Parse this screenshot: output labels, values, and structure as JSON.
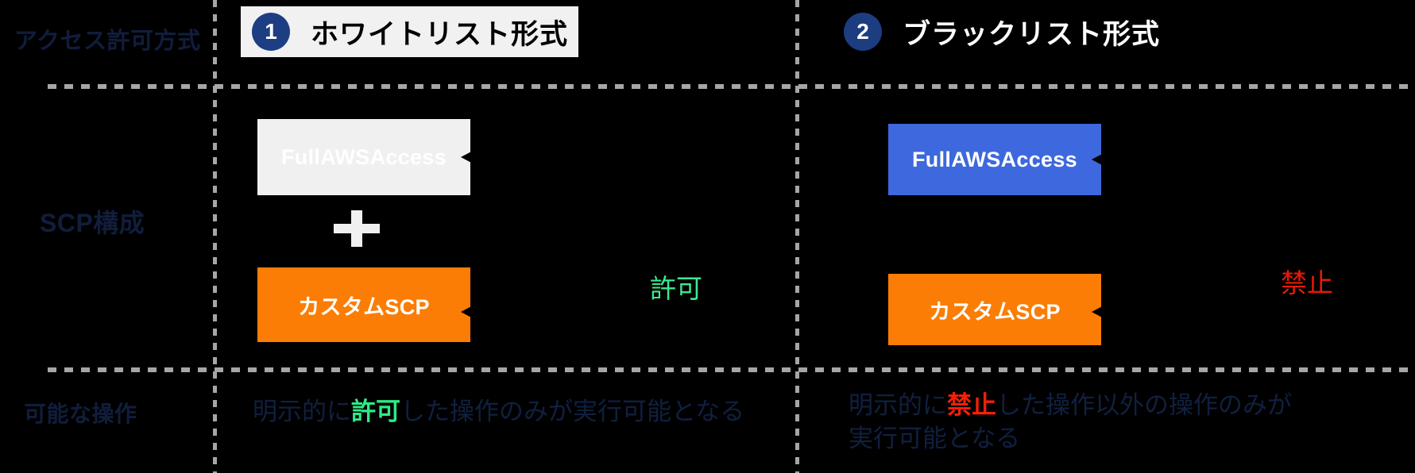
{
  "row_labels": {
    "access_method": "アクセス許可方式",
    "scp_config": "SCP構成",
    "possible_operations": "可能な操作"
  },
  "columns": [
    {
      "number": "1",
      "title": "ホワイトリスト形式",
      "policies": {
        "full_access": "FullAWSAccess",
        "operator": "+",
        "custom_scp": "カスタムSCP"
      },
      "verdict": "許可",
      "description": {
        "prefix": "明示的に",
        "highlight": "許可",
        "suffix": "した操作のみが実行可能となる"
      }
    },
    {
      "number": "2",
      "title": "ブラックリスト形式",
      "policies": {
        "full_access": "FullAWSAccess",
        "custom_scp": "カスタムSCP"
      },
      "verdict": "禁止",
      "description": {
        "prefix": "明示的に",
        "highlight": "禁止",
        "suffix": "した操作以外の操作のみが\n実行可能となる"
      }
    }
  ],
  "colors": {
    "background": "#000000",
    "label_navy": "#111d3c",
    "badge_blue": "#1d3e82",
    "policy_gray": "#f0f0f0",
    "policy_blue": "#3d68de",
    "policy_orange": "#fb7d05",
    "allow_green": "#3bea8d",
    "deny_red": "#e81a06",
    "divider_gray": "#a6a6a6"
  },
  "icons": {
    "plus": "plus-icon",
    "arrow_left": "arrow-left-icon"
  }
}
